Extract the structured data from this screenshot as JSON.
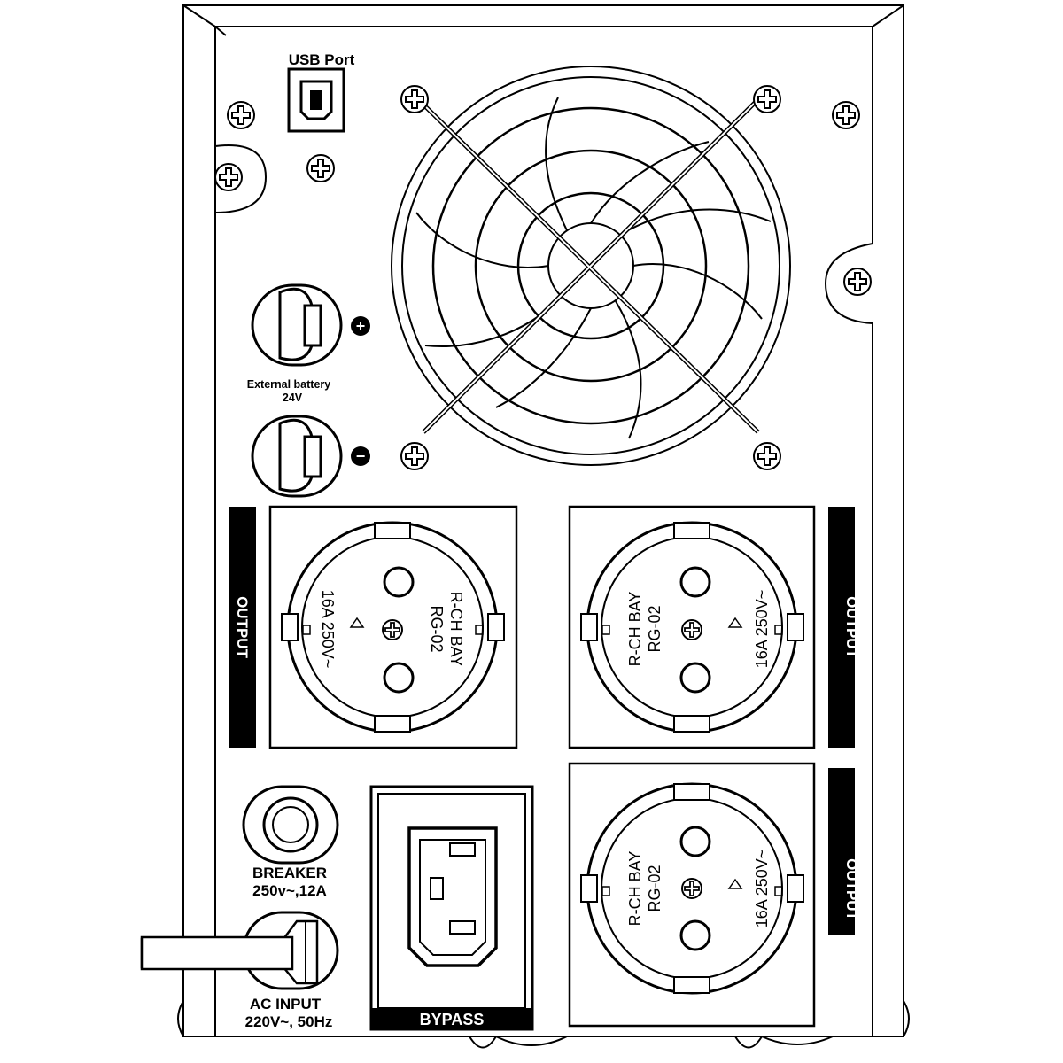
{
  "labels": {
    "usb_port": "USB Port",
    "ext_battery_line1": "External battery",
    "ext_battery_line2": "24V",
    "plus": "+",
    "minus": "−",
    "output_left": "OUTPUT",
    "output_right_top": "OUTPUT",
    "output_right_bottom": "OUTPUT",
    "breaker_line1": "BREAKER",
    "breaker_line2": "250v~,12A",
    "ac_input_line1": "AC INPUT",
    "ac_input_line2": "220V~, 50Hz",
    "bypass": "BYPASS"
  },
  "socket_text": {
    "maker": "R-CH BAY",
    "model": "RG-02",
    "rating": "16A  250V~"
  },
  "colors": {
    "line": "#000000",
    "background": "#ffffff"
  }
}
